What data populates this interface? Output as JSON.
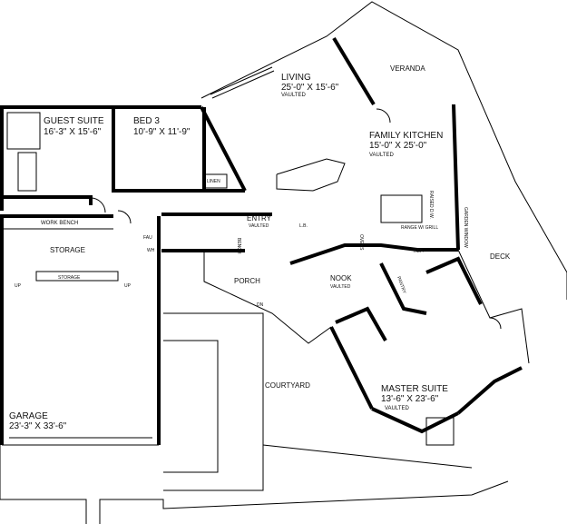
{
  "rooms": {
    "guest_suite": {
      "name": "GUEST SUITE",
      "dims": "16'-3\" X 15'-6\""
    },
    "bed3": {
      "name": "BED 3",
      "dims": "10'-9\" X 11'-9\""
    },
    "living": {
      "name": "LIVING",
      "dims": "25'-0\" X 15'-6\"",
      "note": "VAULTED"
    },
    "veranda": {
      "name": "VERANDA"
    },
    "family_kitchen": {
      "name": "FAMILY KITCHEN",
      "dims": "15'-0\" X 25'-0\"",
      "note": "VAULTED"
    },
    "storage": {
      "name": "STORAGE"
    },
    "storage_inner": {
      "name": "STORAGE"
    },
    "work_bench": {
      "name": "WORK BENCH"
    },
    "entry": {
      "name": "ENTRY",
      "note": "VAULTED"
    },
    "porch": {
      "name": "PORCH"
    },
    "nook": {
      "name": "NOOK",
      "note": "VAULTED"
    },
    "deck": {
      "name": "DECK"
    },
    "courtyard": {
      "name": "COURTYARD"
    },
    "master_suite": {
      "name": "MASTER SUITE",
      "dims": "13'-6\" X 23'-6\"",
      "note": "VAULTED"
    },
    "garage": {
      "name": "GARAGE",
      "dims": "23'-3\" X 33'-6\""
    }
  },
  "labels": {
    "linen": "LINEN",
    "bench": "BENCH",
    "lb": "L.B.",
    "ovens": "OVENS",
    "range": "RANGE W/ GRILL",
    "raised_dw": "RAISED D.W.",
    "garden_window": "GARDEN WINDOW",
    "ref": "REF.",
    "pantry": "PANTRY",
    "fau": "FAU",
    "wh": "WH",
    "up_left": "UP",
    "up_right": "UP",
    "dn": "DN"
  }
}
